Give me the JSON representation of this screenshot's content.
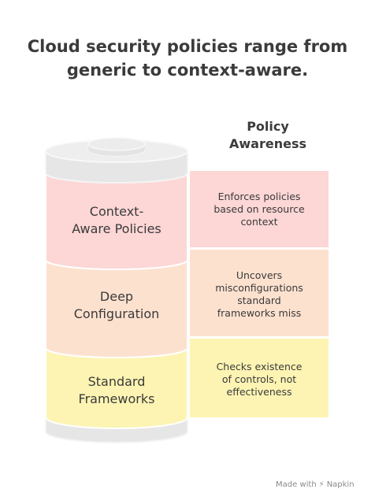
{
  "title": {
    "line1": "Cloud security policies range from",
    "line2": "generic to context-aware."
  },
  "axis": {
    "line1": "Policy",
    "line2": "Awareness"
  },
  "layers": [
    {
      "label_line1": "Context-",
      "label_line2": "Aware Policies",
      "desc_lines": [
        "Enforces policies",
        "based on resource",
        "context"
      ],
      "color": "#fdd6d6"
    },
    {
      "label_line1": "Deep",
      "label_line2": "Configuration",
      "desc_lines": [
        "Uncovers",
        "misconfigurations",
        "standard",
        "frameworks miss"
      ],
      "color": "#fde1cf"
    },
    {
      "label_line1": "Standard",
      "label_line2": "Frameworks",
      "desc_lines": [
        "Checks existence",
        "of controls, not",
        "effectiveness"
      ],
      "color": "#fdf4b3"
    }
  ],
  "colors": {
    "cylinder_gray": "#e6e6e6",
    "cylinder_edge": "#f4f4f4"
  },
  "footer": {
    "made_with": "Made with",
    "brand": "Napkin",
    "brand_icon": "napkin-logo-icon"
  }
}
